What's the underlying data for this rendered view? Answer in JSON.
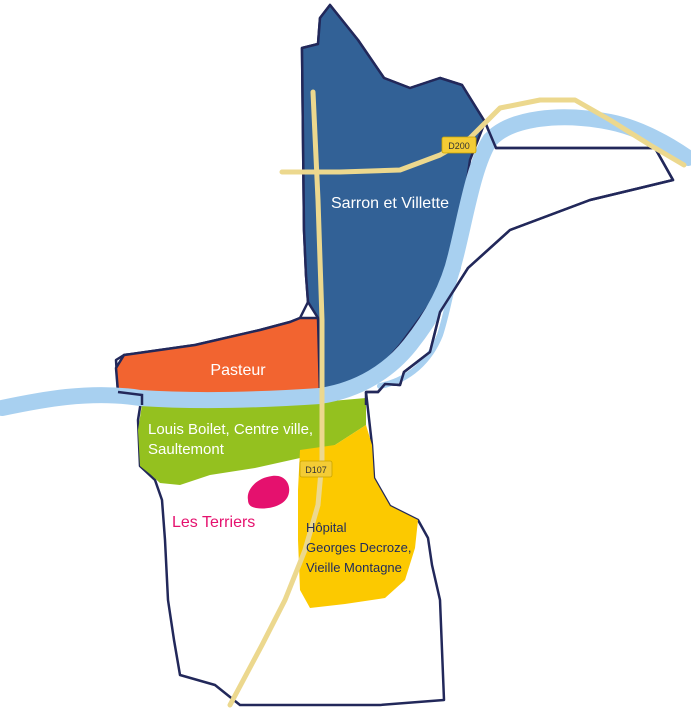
{
  "colors": {
    "sarron": "#326196",
    "pasteur": "#f26430",
    "louis": "#94c11f",
    "hopital": "#fcc900",
    "terriers": "#e5116e",
    "river": "#a8d0f0",
    "road": "#ecd88e",
    "boundary": "#22285a",
    "shield": "#f4cc35"
  },
  "districts": {
    "sarron": {
      "label": "Sarron et Villette"
    },
    "pasteur": {
      "label": "Pasteur"
    },
    "louis": {
      "lines": [
        "Louis Boilet, Centre ville,",
        "Saultemont"
      ]
    },
    "hopital": {
      "lines": [
        "Hôpital",
        "Georges Decroze,",
        "Vieille Montagne"
      ]
    },
    "terriers": {
      "label": "Les Terriers"
    }
  },
  "roads": {
    "d200": "D200",
    "d107": "D107"
  }
}
